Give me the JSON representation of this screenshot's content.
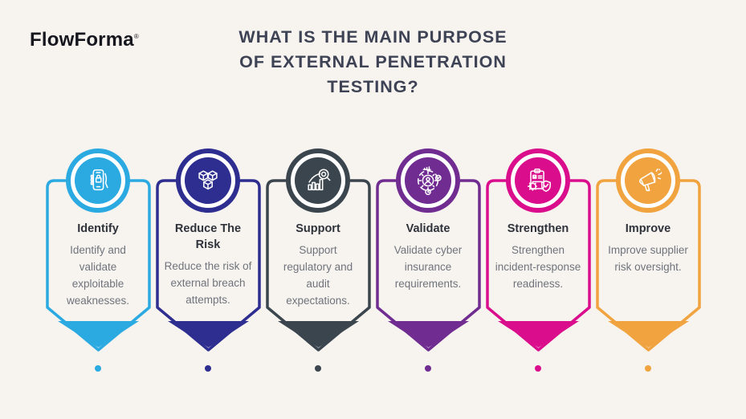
{
  "page": {
    "background_color": "#f7f3ef"
  },
  "logo": {
    "text": "FlowForma",
    "registered": "®"
  },
  "title": {
    "lines": [
      "WHAT IS THE MAIN PURPOSE",
      "OF EXTERNAL PENETRATION",
      "TESTING?"
    ],
    "color": "#3d4254"
  },
  "cards": [
    {
      "heading": "Identify",
      "body": "Identify and validate exploitable weaknesses.",
      "color": "#2baae2",
      "icon": "phone-security-icon"
    },
    {
      "heading": "Reduce The Risk",
      "body": "Reduce the risk of external breach attempts.",
      "color": "#2e2d90",
      "icon": "cubes-icon"
    },
    {
      "heading": "Support",
      "body": "Support regulatory and audit expectations.",
      "color": "#3b454e",
      "icon": "chart-search-icon"
    },
    {
      "heading": "Validate",
      "body": "Validate cyber insurance requirements.",
      "color": "#702c91",
      "icon": "process-validation-icon"
    },
    {
      "heading": "Strengthen",
      "body": "Strengthen incident-response readiness.",
      "color": "#da0e8c",
      "icon": "checklist-shield-icon"
    },
    {
      "heading": "Improve",
      "body": "Improve supplier risk oversight.",
      "color": "#f0a33e",
      "icon": "megaphone-icon"
    }
  ]
}
